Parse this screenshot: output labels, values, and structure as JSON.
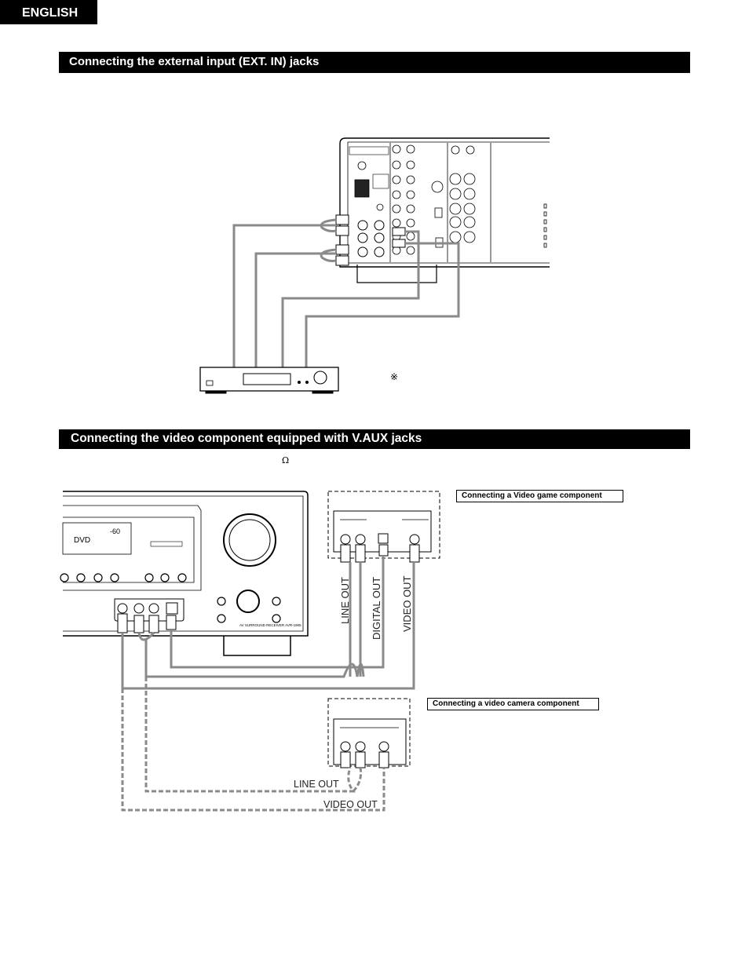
{
  "page": {
    "language_tab": "ENGLISH"
  },
  "sections": [
    {
      "title": "Connecting the external input (EXT. IN) jacks"
    },
    {
      "title": "Connecting the video component equipped with V.AUX jacks"
    }
  ],
  "symbols": {
    "ohm": "Ω",
    "reference_mark": "※"
  },
  "diagram2": {
    "game_label": "Connecting a Video game component",
    "camera_label": "Connecting a video camera component",
    "game_line_out": "LINE OUT",
    "game_digital_out": "DIGITAL OUT",
    "game_video_out": "VIDEO OUT",
    "camera_line_out": "LINE OUT",
    "camera_video_out": "VIDEO OUT",
    "receiver_display": "DVD",
    "receiver_level": "-60",
    "receiver_model": "AV SURROUND RECEIVER AVR-1905"
  },
  "colors": {
    "cable": "#8a8a8a",
    "ink": "#000000"
  }
}
